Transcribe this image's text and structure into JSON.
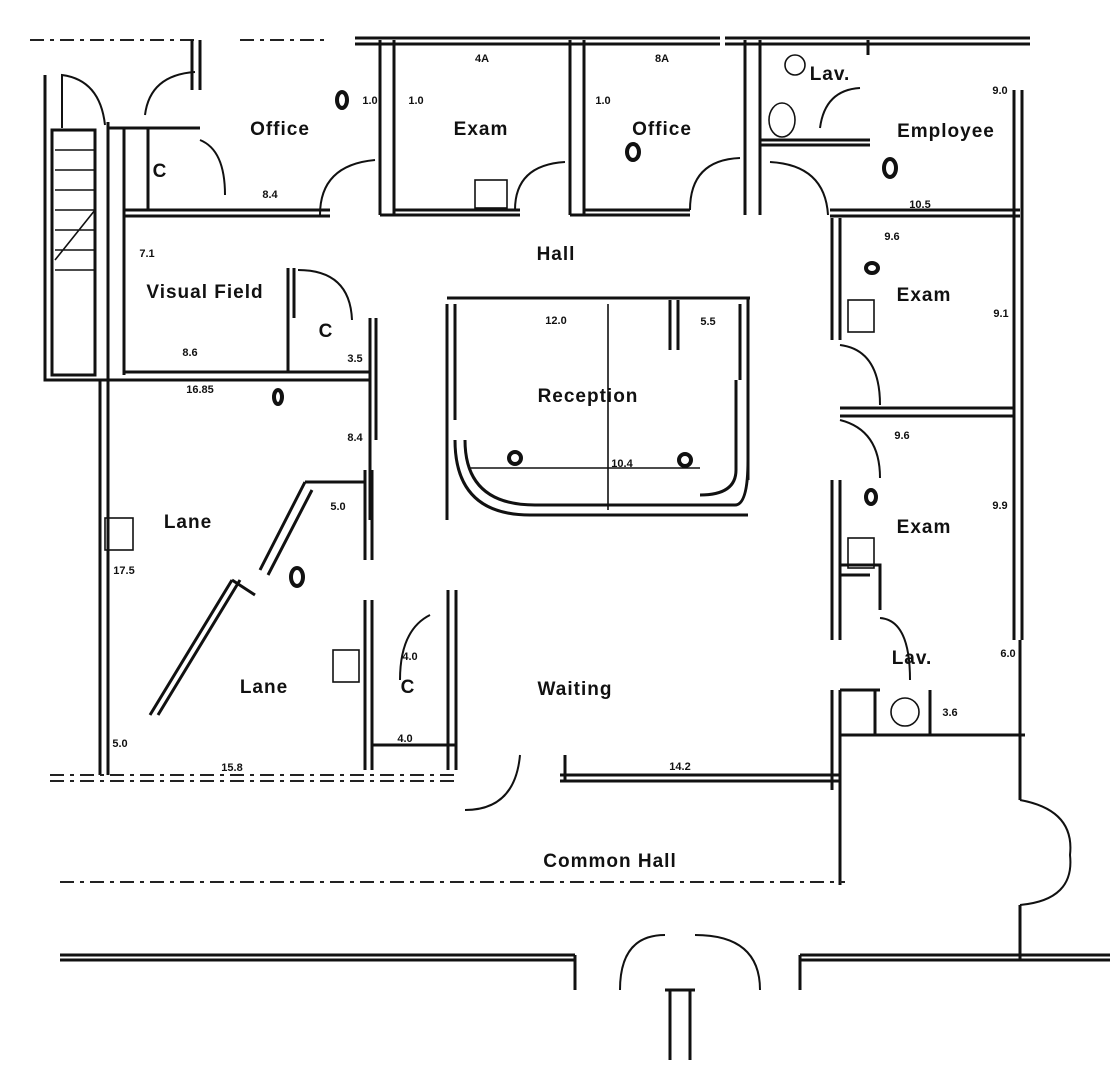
{
  "rooms": {
    "office_left": "Office",
    "exam_top": "Exam",
    "office_right": "Office",
    "lav_top": "Lav.",
    "employee": "Employee",
    "hall": "Hall",
    "visual_field": "Visual Field",
    "closet_left": "C",
    "closet_mid": "C",
    "exam_right_upper": "Exam",
    "reception": "Reception",
    "exam_right_lower": "Exam",
    "lane_upper": "Lane",
    "lane_lower": "Lane",
    "closet_lower": "C",
    "waiting": "Waiting",
    "lav_lower": "Lav.",
    "common_hall": "Common Hall"
  },
  "dimensions": {
    "d4a": "4A",
    "d8a": "8A",
    "d10a": "1.0",
    "d10b": "1.0",
    "d10c": "1.0",
    "d90": "9.0",
    "d84a": "8.4",
    "d105": "10.5",
    "d96a": "9.6",
    "d71": "7.1",
    "d120": "12.0",
    "d55": "5.5",
    "d91": "9.1",
    "d86": "8.6",
    "d35": "3.5",
    "d1685": "16.85",
    "d84b": "8.4",
    "d104": "10.4",
    "d96b": "9.6",
    "d99": "9.9",
    "d50a": "5.0",
    "d175": "17.5",
    "d40a": "4.0",
    "d40b": "4.0",
    "d50b": "5.0",
    "d158": "15.8",
    "d142": "14.2",
    "d60": "6.0",
    "d36": "3.6"
  },
  "colors": {
    "ink": "#111111",
    "paper": "#ffffff"
  }
}
